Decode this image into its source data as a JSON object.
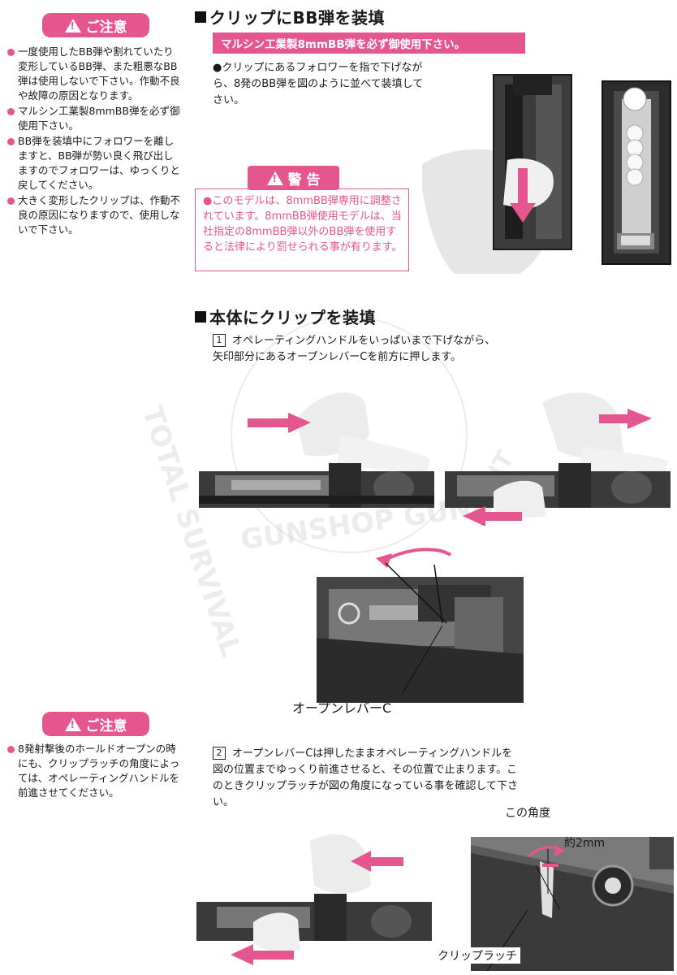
{
  "caution_top": {
    "title": "ご注意",
    "items": [
      "一度使用したBB弾や割れていたり変形しているBB弾、また粗悪なBB弾は使用しないで下さい。作動不良や故障の原因となります。",
      "マルシン工業製8mmBB弾を必ず御使用下さい。",
      "BB弾を装填中にフォロワーを離しますと、BB弾が勢い良く飛び出しますのでフォロワーは、ゆっくりと戻してください。",
      "大きく変形したクリップは、作動不良の原因になりますので、使用しないで下さい。"
    ]
  },
  "section1": {
    "title": "クリップにBB弾を装填",
    "banner": "マルシン工業製8mmBB弾を必ず御使用下さい。",
    "instruction": "●クリップにあるフォロワーを指で下げながら、8発のBB弾を図のように並べて装填して下さい。"
  },
  "warning": {
    "title": "警 告",
    "text": "●このモデルは、8mmBB弾専用に調整されています。8mmBB弾使用モデルは、当社指定の8mmBB弾以外のBB弾を使用すると法律により罰せられる事が有ります。"
  },
  "section2": {
    "title": "本体にクリップを装填",
    "step1_num": "1",
    "step1_text": "オペレーティングハンドルをいっぱいまで下げながら、矢印部分にあるオープンレバーCを前方に押します。",
    "label_open_lever": "オープンレバーC",
    "step2_num": "2",
    "step2_text": "オープンレバーCは押したままオペレーティングハンドルを図の位置までゆっくり前進させると、その位置で止まります。このときクリップラッチが図の角度になっている事を確認して下さい。",
    "label_angle": "この角度",
    "label_gap": "約2mm",
    "label_latch": "クリップラッチ"
  },
  "caution_bottom": {
    "title": "ご注意",
    "items": [
      "8発射撃後のホールドオープンの時にも、クリップラッチの角度によっては、オペレーティングハンドルを前進させてください。"
    ]
  },
  "watermark": {
    "line1": "TOTAL SURVIVAL",
    "line2": "GUNSHOP GUNDAY",
    "line3": "INIT"
  },
  "colors": {
    "accent": "#e5568f",
    "text": "#1a1a1a"
  }
}
